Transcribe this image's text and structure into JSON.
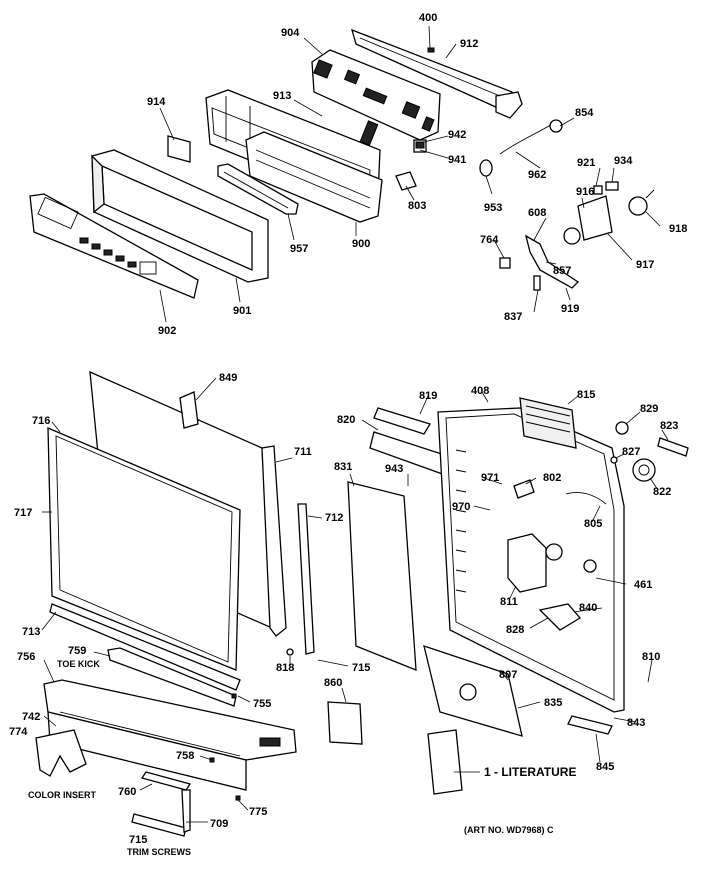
{
  "callouts": [
    "400",
    "912",
    "904",
    "913",
    "914",
    "942",
    "941",
    "803",
    "854",
    "962",
    "953",
    "921",
    "934",
    "916",
    "918",
    "917",
    "608",
    "764",
    "857",
    "837",
    "919",
    "957",
    "900",
    "901",
    "902",
    "849",
    "716",
    "717",
    "711",
    "712",
    "713",
    "831",
    "820",
    "819",
    "408",
    "815",
    "829",
    "823",
    "827",
    "822",
    "943",
    "971",
    "802",
    "970",
    "805",
    "461",
    "811",
    "840",
    "828",
    "759",
    "756",
    "742",
    "774",
    "818",
    "715",
    "860",
    "807",
    "835",
    "810",
    "843",
    "845",
    "755",
    "758",
    "760",
    "775",
    "709"
  ],
  "notes": {
    "toe_kick": "TOE KICK",
    "color_insert": "COLOR INSERT",
    "trim_screws_num": "715",
    "trim_screws": "TRIM SCREWS",
    "literature": "1 - LITERATURE",
    "art_no": "(ART NO. WD7968) C"
  }
}
